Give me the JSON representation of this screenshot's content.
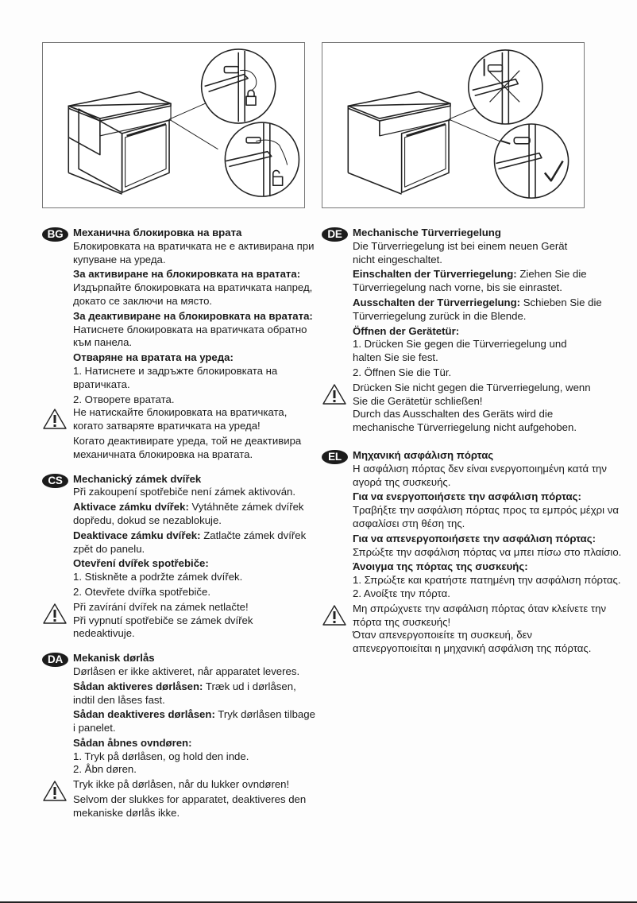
{
  "figures": [
    {
      "id": "fig-left",
      "caption_icons": [
        "lock-closed-icon",
        "lock-open-icon"
      ]
    },
    {
      "id": "fig-right",
      "caption_icons": [
        "cross-icon",
        "checkmark-icon"
      ]
    }
  ],
  "sections": {
    "bg": {
      "badge": "BG",
      "title": "Механична блокировка на врата",
      "intro": "Блокировката на вратичката не е активирана при купуване на уреда.",
      "activate_label": "За активиране на блокировката на вратата:",
      "activate_text": "Издърпайте блокировката на вратичката напред, докато се заключи на място.",
      "deactivate_label": "За деактивиране на блокировката на вратата:",
      "deactivate_text": "Натиснете блокировката на вратичката обратно към панела.",
      "open_label": "Отваряне на вратата на уреда:",
      "step1": "1. Натиснете и задръжте блокировката на вратичката.",
      "step2": "2. Отворете вратата.",
      "warning": "Не натискайте блокировката на вратичката, когато затваряте вратичката на уреда!",
      "note": "Когато деактивирате уреда, той не деактивира механичната блокировка на вратата."
    },
    "cs": {
      "badge": "CS",
      "title": "Mechanický zámek dvířek",
      "intro": "Při zakoupení spotřebiče není zámek aktivován.",
      "activate_label": "Aktivace zámku dvířek:",
      "activate_text": "Vytáhněte zámek dvířek dopředu, dokud se nezablokuje.",
      "deactivate_label": "Deaktivace zámku dvířek:",
      "deactivate_text": "Zatlačte zámek dvířek zpět do panelu.",
      "open_label": "Otevření dvířek spotřebiče:",
      "step1": "1. Stiskněte a podržte zámek dvířek.",
      "step2": "2. Otevřete dvířka spotřebiče.",
      "warning": "Při zavírání dvířek na zámek netlačte!",
      "note": "Při vypnutí spotřebiče se zámek dvířek nedeaktivuje."
    },
    "da": {
      "badge": "DA",
      "title": "Mekanisk dørlås",
      "intro": "Dørlåsen er ikke aktiveret, når apparatet leveres.",
      "activate_label": "Sådan aktiveres dørlåsen:",
      "activate_text": "Træk ud i dørlåsen, indtil den låses fast.",
      "deactivate_label": "Sådan deaktiveres dørlåsen:",
      "deactivate_text": "Tryk dørlåsen tilbage i panelet.",
      "open_label": "Sådan åbnes ovndøren:",
      "step1": "1. Tryk på dørlåsen, og hold den inde.",
      "step2": "2. Åbn døren.",
      "warning": "Tryk ikke på dørlåsen, når du lukker ovndøren!",
      "note": "Selvom der slukkes for apparatet, deaktiveres den mekaniske dørlås ikke."
    },
    "de": {
      "badge": "DE",
      "title": "Mechanische Türverriegelung",
      "intro": "Die Türverriegelung ist bei einem neuen Gerät nicht eingeschaltet.",
      "activate_label": "Einschalten der Türverriegelung:",
      "activate_text": "Ziehen Sie die Türverriegelung nach vorne, bis sie einrastet.",
      "deactivate_label": "Ausschalten der Türverriegelung:",
      "deactivate_text": "Schieben Sie die Türverriegelung zurück in die Blende.",
      "open_label": "Öffnen der Gerätetür:",
      "step1": "1. Drücken Sie gegen die Türverriegelung und halten Sie sie fest.",
      "step2": "2. Öffnen Sie die Tür.",
      "warning": "Drücken Sie nicht gegen die Türverriegelung, wenn Sie die Gerätetür schließen!",
      "note": "Durch das Ausschalten des Geräts wird die mechanische Türverriegelung nicht aufgehoben."
    },
    "el": {
      "badge": "EL",
      "title": "Μηχανική ασφάλιση πόρτας",
      "intro": "Η ασφάλιση πόρτας δεν είναι ενεργοποιημένη κατά την αγορά της συσκευής.",
      "activate_label": "Για να ενεργοποιήσετε την ασφάλιση πόρτας:",
      "activate_text": "Τραβήξτε την ασφάλιση πόρτας προς τα εμπρός μέχρι να ασφαλίσει στη θέση της.",
      "deactivate_label": "Για να απενεργοποιήσετε την ασφάλιση πόρτας:",
      "deactivate_text": "Σπρώξτε την ασφάλιση πόρτας να μπει πίσω στο πλαίσιο.",
      "open_label": "Άνοιγμα της πόρτας της συσκευής:",
      "step1": "1. Σπρώξτε και κρατήστε πατημένη την ασφάλιση πόρτας.",
      "step2": "2. Ανοίξτε την πόρτα.",
      "warning": "Μη σπρώχνετε την ασφάλιση πόρτας όταν κλείνετε την πόρτα της συσκευής!",
      "note": "Όταν απενεργοποιείτε τη συσκευή, δεν απενεργοποιείται η μηχανική ασφάλιση της πόρτας."
    }
  }
}
